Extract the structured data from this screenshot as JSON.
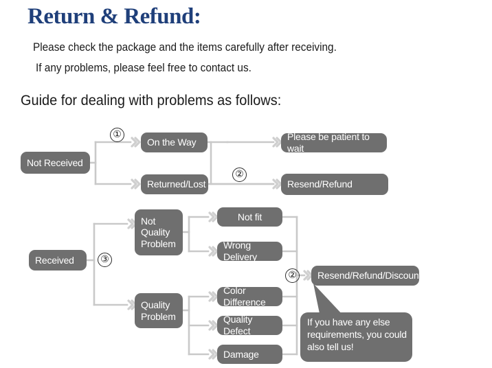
{
  "header": {
    "title": "Return & Refund:",
    "title_color": "#1f3f7a",
    "intro_line_1": "Please check the package and the items carefully after receiving.",
    "intro_line_2": "If any problems, please feel free to contact us.",
    "guide_heading": "Guide for dealing with problems as follows:"
  },
  "theme": {
    "node_fill": "#6f6f6f",
    "node_text": "#ffffff",
    "connector": "#c9c9c9",
    "arrow": "#cfcfcf",
    "page_bg": "#ffffff"
  },
  "flowchart": {
    "nodes": [
      {
        "id": "not-received",
        "label": "Not Received"
      },
      {
        "id": "on-the-way",
        "label": "On the Way"
      },
      {
        "id": "returned-lost",
        "label": "Returned/Lost"
      },
      {
        "id": "please-be-patient",
        "label": "Please be patient to wait"
      },
      {
        "id": "resend-refund",
        "label": "Resend/Refund"
      },
      {
        "id": "received",
        "label": "Received"
      },
      {
        "id": "not-quality-problem",
        "label": "Not\nQuality\nProblem"
      },
      {
        "id": "quality-problem",
        "label": "Quality\nProblem"
      },
      {
        "id": "not-fit",
        "label": "Not fit"
      },
      {
        "id": "wrong-delivery",
        "label": "Wrong Delivery"
      },
      {
        "id": "color-difference",
        "label": "Color Difference"
      },
      {
        "id": "quality-defect",
        "label": "Quality Defect"
      },
      {
        "id": "damage",
        "label": "Damage"
      },
      {
        "id": "resend-refund-discount",
        "label": "Resend/Refund/Discount"
      }
    ],
    "step_markers": [
      {
        "id": "marker-1",
        "label": "①"
      },
      {
        "id": "marker-2-top",
        "label": "②"
      },
      {
        "id": "marker-3",
        "label": "③"
      },
      {
        "id": "marker-2-bottom",
        "label": "②"
      }
    ],
    "callout": {
      "text": "If you have any else\nrequirements, you could\nalso tell us!"
    }
  }
}
